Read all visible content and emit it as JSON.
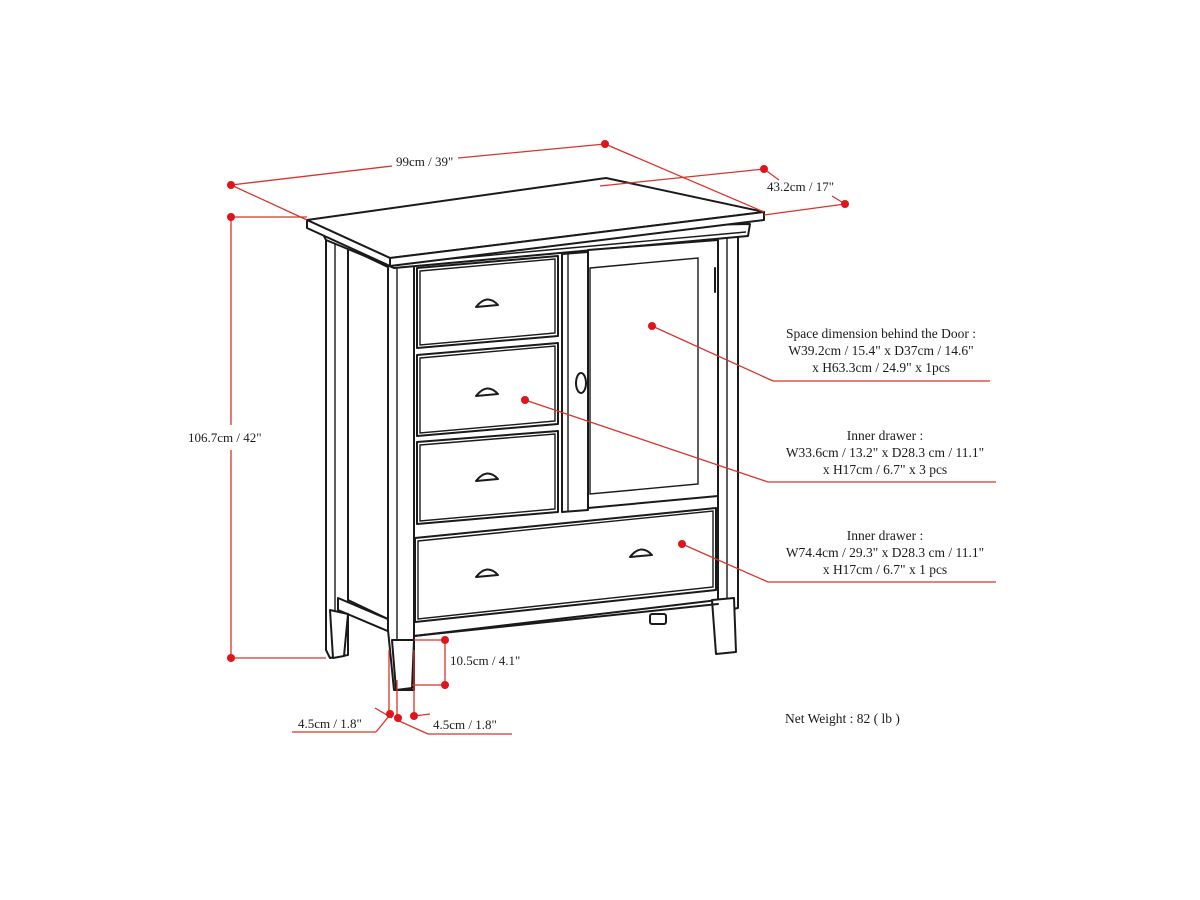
{
  "dimensions": {
    "width": "99cm / 39\"",
    "depth": "43.2cm / 17\"",
    "height": "106.7cm / 42\"",
    "leg_clearance": "10.5cm / 4.1\"",
    "leg_width_left": "4.5cm / 1.8\"",
    "leg_width_right": "4.5cm / 1.8\""
  },
  "callouts": [
    {
      "title": "Space dimension behind the Door :",
      "line1": "W39.2cm / 15.4\" x D37cm / 14.6\"",
      "line2": "x H63.3cm / 24.9\" x 1pcs"
    },
    {
      "title": "Inner drawer :",
      "line1": "W33.6cm / 13.2\" x D28.3 cm / 11.1\"",
      "line2": "x H17cm / 6.7\" x 3 pcs"
    },
    {
      "title": "Inner drawer :",
      "line1": "W74.4cm / 29.3\" x D28.3 cm / 11.1\"",
      "line2": "x H17cm / 6.7\" x 1 pcs"
    }
  ],
  "net_weight": "Net Weight : 82 ( lb )",
  "colors": {
    "dimension_line": "#d9342b",
    "dimension_dot": "#e0141b",
    "outline": "#1a1a1a",
    "background": "#ffffff"
  }
}
